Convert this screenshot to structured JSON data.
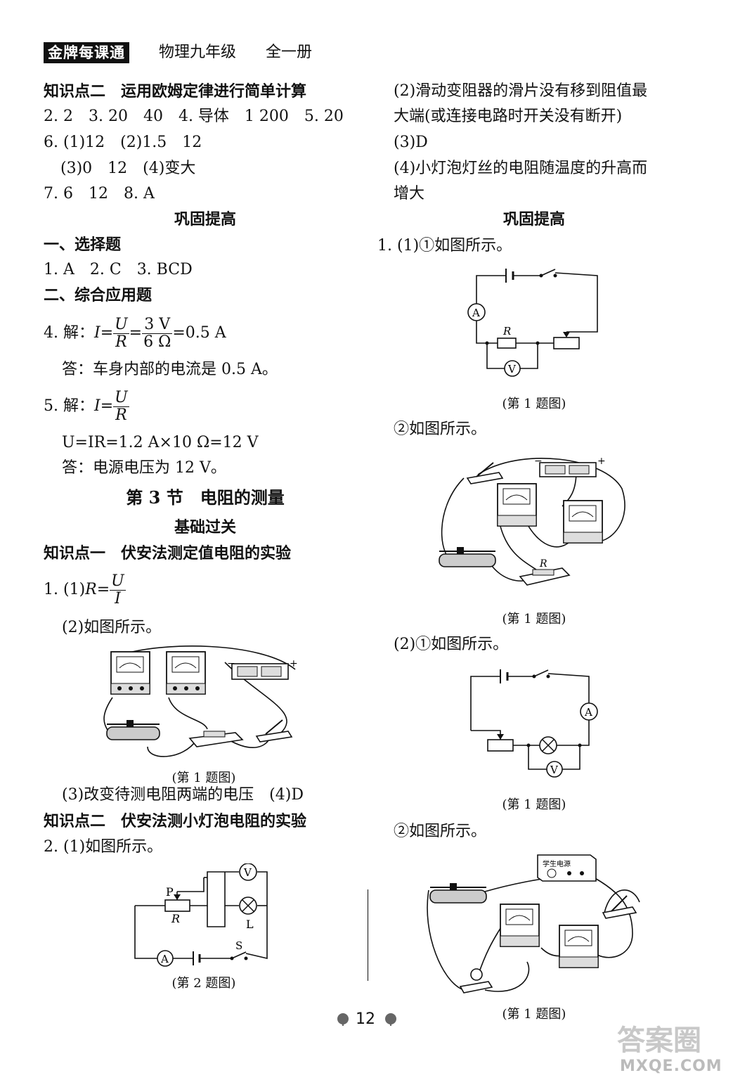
{
  "header": {
    "brand": "金牌每课通",
    "subject": "物理九年级",
    "volume": "全一册"
  },
  "left": {
    "kp2_title": "知识点二　运用欧姆定律进行简单计算",
    "ans_2_5": "2. 2　3. 20　40　4. 导体　1 200　5. 20",
    "ans_6a": "6. (1)12　(2)1.5　12",
    "ans_6b": "(3)0　12　(4)变大",
    "ans_7_8": "7. 6　12　8. A",
    "gonggu": "巩固提高",
    "sec1": "一、选择题",
    "ans_1_3": "1. A　2. C　3. BCD",
    "sec2": "二、综合应用题",
    "q4_prefix": "4. 解：",
    "q4_I": "I",
    "q4_eq": "=",
    "q4_U": "U",
    "q4_R": "R",
    "q4_num": "3 V",
    "q4_den": "6 Ω",
    "q4_result": "=0.5 A",
    "q4_answer": "答：车身内部的电流是 0.5 A。",
    "q5_prefix": "5. 解：",
    "q5_I": "I",
    "q5_eq": "=",
    "q5_U": "U",
    "q5_R": "R",
    "q5_line2": "U=IR=1.2 A×10 Ω=12 V",
    "q5_answer": "答：电源电压为 12 V。",
    "section3": "第 3 节　电阻的测量",
    "jichu": "基础过关",
    "kp1_title": "知识点一　伏安法测定值电阻的实验",
    "q1_1_prefix": "1. (1)",
    "q1_R": "R",
    "q1_eq": "=",
    "q1_U": "U",
    "q1_I": "I",
    "q1_2": "(2)如图所示。",
    "cap_fig1a": "(第 1 题图)",
    "q1_3": "(3)改变待测电阻两端的电压　(4)D",
    "kp2b_title": "知识点二　伏安法测小灯泡电阻的实验",
    "q2_1": "2. (1)如图所示。",
    "cap_fig2": "(第 2 题图)"
  },
  "right": {
    "r_2a": "(2)滑动变阻器的滑片没有移到阻值最",
    "r_2b": "大端(或连接电路时开关没有断开)",
    "r_3": "(3)D",
    "r_4a": "(4)小灯泡灯丝的电阻随温度的升高而",
    "r_4b": "增大",
    "gonggu": "巩固提高",
    "r_q1": "1. (1)①如图所示。",
    "cap1": "(第 1 题图)",
    "r_q1_2": "②如图所示。",
    "cap2": "(第 1 题图)",
    "r_q2": "(2)①如图所示。",
    "cap3": "(第 1 题图)",
    "r_q2_2": "②如图所示。",
    "cap4": "(第 1 题图)"
  },
  "symbols": {
    "ammeter": "A",
    "voltmeter": "V",
    "resistor": "R",
    "slider": "P",
    "lamp": "L",
    "switch": "S",
    "minus": "−",
    "plus": "+",
    "power_label": "学生电源"
  },
  "page_number": "12",
  "watermark": "答案圈",
  "watermark_url": "MXQE.COM"
}
